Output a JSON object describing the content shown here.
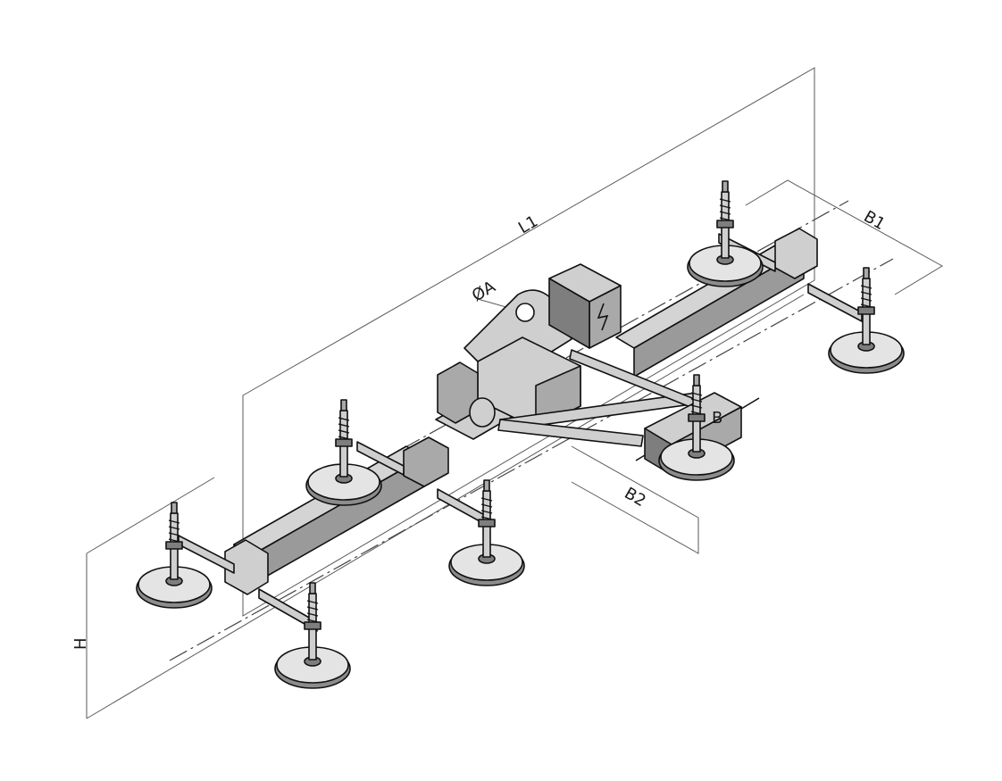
{
  "dimensions": {
    "L1": "L1",
    "B1": "B1",
    "B2": "B2",
    "A": "ØA",
    "H": "H"
  },
  "panel": {
    "symbol": "B"
  },
  "colors": {
    "line": "#111111",
    "metal_light": "#d4d4d4",
    "metal_mid": "#a9a9a9",
    "metal_dark": "#7e7e7e",
    "dimension_line": "#5a5a5a"
  }
}
